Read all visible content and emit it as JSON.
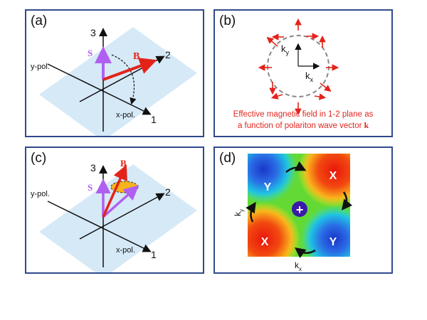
{
  "panels": {
    "a": {
      "label": "(a)",
      "axis1": "1",
      "axis2": "2",
      "axis3": "3",
      "xpol": "x-pol.",
      "ypol": "y-pol.",
      "S": "S",
      "B": "B"
    },
    "b": {
      "label": "(b)",
      "ky": "k",
      "ky_sub": "y",
      "kx": "k",
      "kx_sub": "x",
      "caption_line1": "Effective magnetic field in 1-2 plane as",
      "caption_line2_pre": "a function of polariton wave vector ",
      "caption_line2_k": "k"
    },
    "c": {
      "label": "(c)",
      "axis1": "1",
      "axis2": "2",
      "axis3": "3",
      "xpol": "x-pol.",
      "ypol": "y-pol.",
      "S": "S",
      "B": "B"
    },
    "d": {
      "label": "(d)",
      "y_top": "Y",
      "x_top": "X",
      "x_bottom": "X",
      "y_bottom": "Y",
      "center": "+",
      "ky": "k",
      "ky_sub": "y",
      "kx": "k",
      "kx_sub": "x"
    }
  },
  "colors": {
    "frame": "#2f4a8c",
    "plane": "#d6e9f7",
    "S_arrow": "#b05ff0",
    "B_arrow": "#e3231a",
    "precession_disc": "#f5b31d",
    "circle": "#888888"
  }
}
